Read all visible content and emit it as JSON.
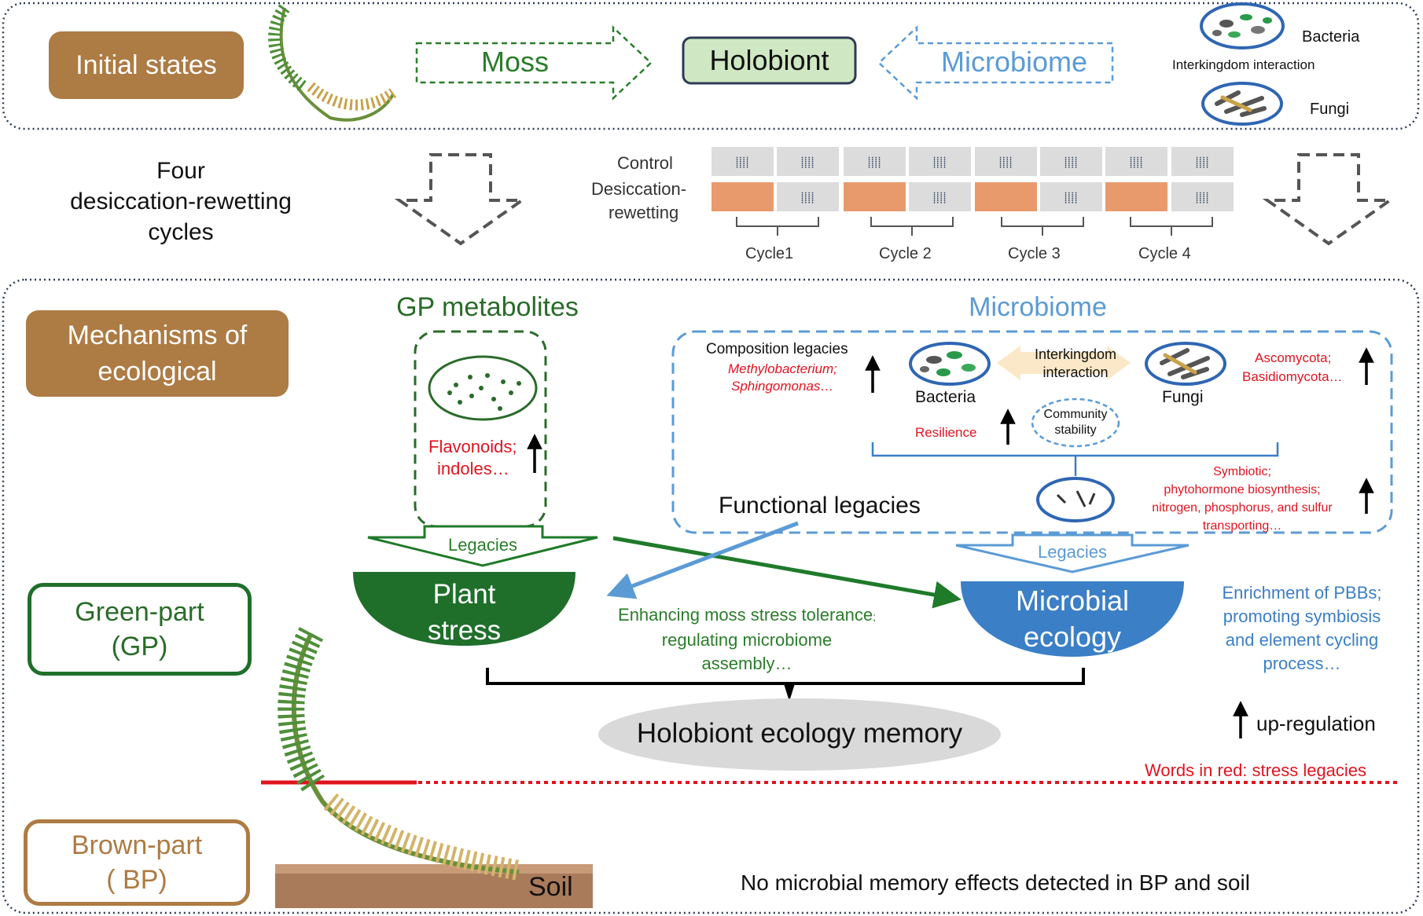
{
  "top": {
    "initial_states": "Initial states",
    "moss": "Moss",
    "holobiont": "Holobiont",
    "microbiome": "Microbiome",
    "bacteria": "Bacteria",
    "interkingdom": "Interkingdom interaction",
    "fungi": "Fungi"
  },
  "cycles": {
    "label": [
      "Four",
      "desiccation-rewetting",
      "cycles"
    ],
    "control": "Control",
    "desiccation": "Desiccation-",
    "rewetting": "rewetting",
    "cycle_labels": [
      "Cycle1",
      "Cycle 2",
      "Cycle 3",
      "Cycle 4"
    ],
    "drops": "⸽⸽⸽⸽"
  },
  "mechanisms": {
    "title_line1": "Mechanisms of",
    "title_line2": "ecological",
    "gp_metabolites": "GP metabolites",
    "flavonoids": "Flavonoids;",
    "indoles": "indoles…",
    "legacies_green": "Legacies",
    "microbiome_title": "Microbiome",
    "composition_legacies": "Composition legacies",
    "methylobacterium": "Methylobacterium;",
    "sphingomonas": "Sphingomonas…",
    "bacteria": "Bacteria",
    "interkingdom_l1": "Interkingdom",
    "interkingdom_l2": "interaction",
    "fungi": "Fungi",
    "ascomycota": "Ascomycota;",
    "basidiomycota": "Basidiomycota…",
    "resilience": "Resilience",
    "community_l1": "Community",
    "community_l2": "stability",
    "symbiotic": "Symbiotic;",
    "phytohormone": "phytohormone biosynthesis;",
    "nitrogen": "nitrogen, phosphorus, and sulfur",
    "transporting": "transporting…",
    "functional_legacies": "Functional legacies",
    "legacies_blue": "Legacies",
    "plant_l1": "Plant",
    "plant_l2": "stress",
    "microbial_l1": "Microbial",
    "microbial_l2": "ecology",
    "enhancing_l1": "Enhancing moss stress tolerance",
    "enhancing_sep": ";",
    "enhancing_l2": "regulating microbiome",
    "enhancing_l3": "assembly…",
    "enrichment_l1": "Enrichment of PBBs;",
    "enrichment_l2": "promoting symbiosis",
    "enrichment_l3": "and element cycling",
    "enrichment_l4": "process…",
    "memory": "Holobiont ecology memory",
    "up_regulation": "up-regulation",
    "words_in_red": "Words in red: stress legacies"
  },
  "parts": {
    "gp_l1": "Green-part",
    "gp_l2": "(GP)",
    "bp_l1": "Brown-part",
    "bp_l2": "( BP)",
    "soil": "Soil",
    "no_memory": "No microbial memory effects detected in BP and soil"
  },
  "colors": {
    "brown": "#ad7b44",
    "green": "#2a7d2a",
    "dark_green": "#1f6f2a",
    "blue": "#3b7fc6",
    "red": "#e0141e",
    "holobiont_fill": "#cfe8c3",
    "gray": "#dcdcdc",
    "orange": "#e99a6d"
  }
}
